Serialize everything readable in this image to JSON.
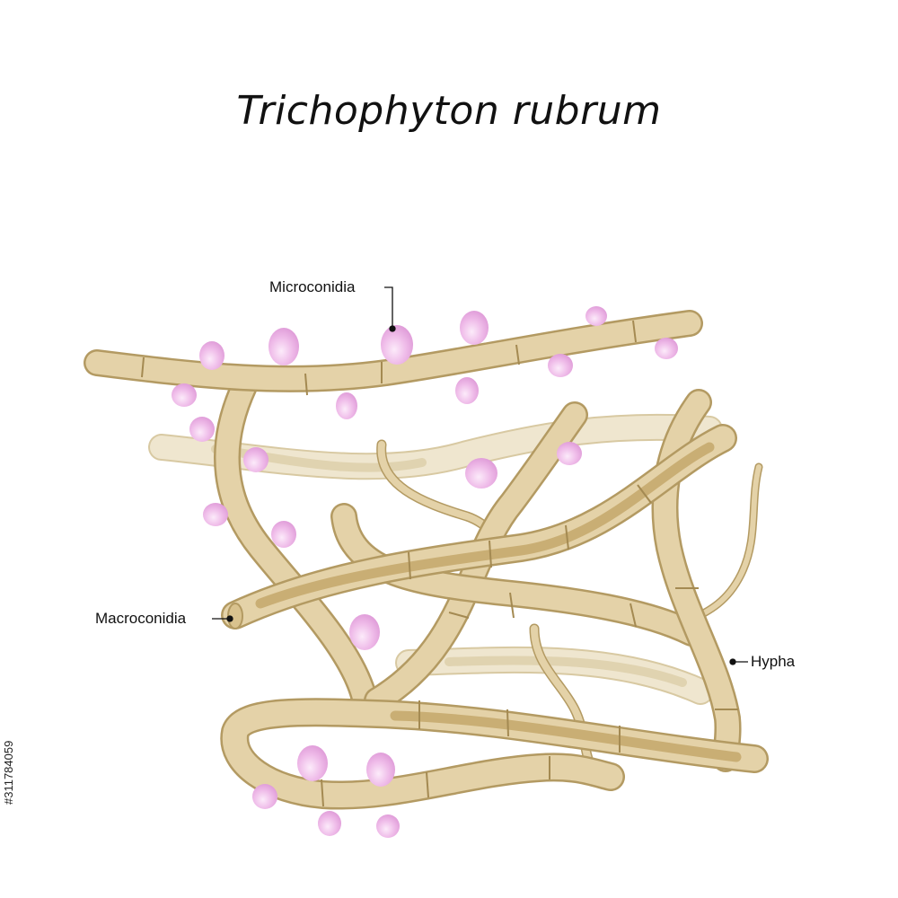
{
  "title": "Trichophyton rubrum",
  "labels": {
    "microconidia": "Microconidia",
    "macroconidia": "Macroconidia",
    "hypha": "Hypha"
  },
  "stock_id": "#311784059",
  "colors": {
    "hypha_fill": "#e4d2a8",
    "hypha_stroke": "#b39a62",
    "hypha_inner": "#c9ae74",
    "ghost_fill": "#efe6cf",
    "ghost_stroke": "#d8c9a2",
    "conidium_fill": "#ecb1e6",
    "conidium_highlight": "#fbe6f8",
    "leader": "#111111"
  }
}
